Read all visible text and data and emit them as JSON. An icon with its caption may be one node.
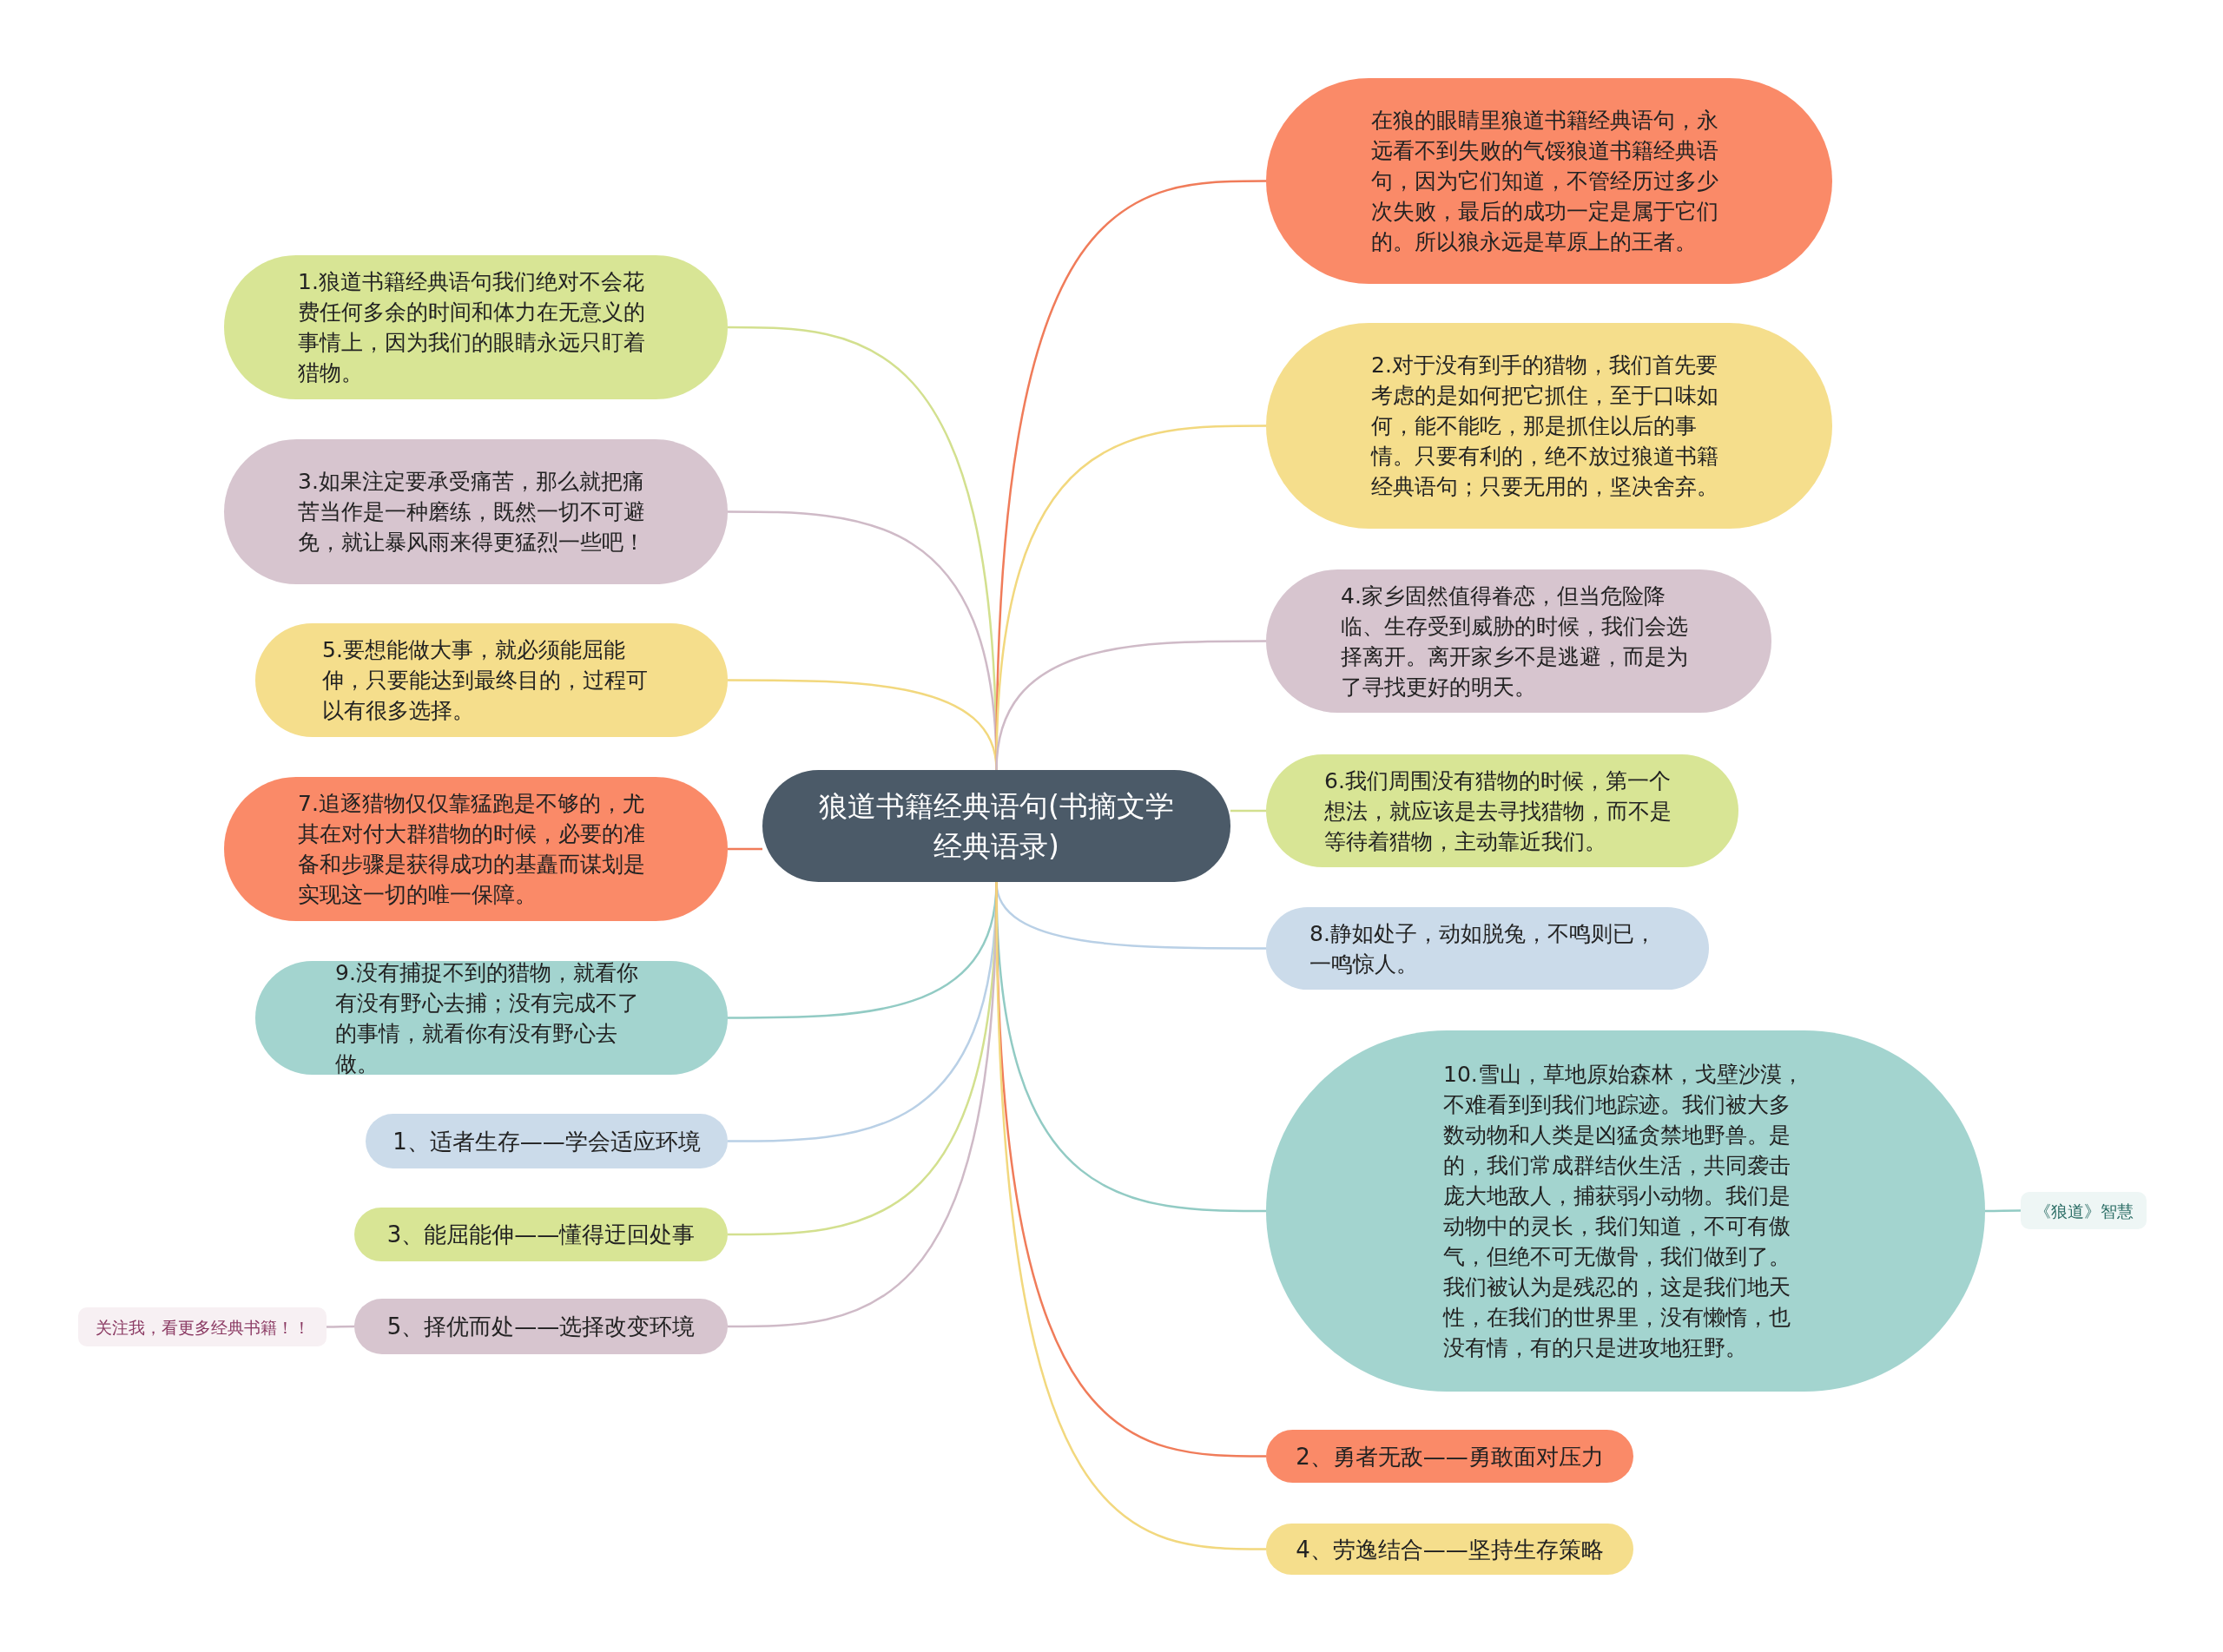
{
  "diagram": {
    "nodes": [
      {
        "text": [
          "狼道书籍经典语句(书摘文学经典语录)"
        ]
      },
      {
        "text": [
          "1.狼道书籍经典语句我们绝对不会花费任何多余的时间和体力在无意义的事情上，因为我们的眼睛永远只盯着猎物。"
        ]
      },
      {
        "text": [
          "3.如果注定要承受痛苦，那么就把痛苦当作是一种磨练，既然一切不可避免，就让暴风雨来得更猛烈一些吧！"
        ]
      },
      {
        "text": [
          "5.要想能做大事，就必须能屈能伸，只要能达到最终目的，过程可以有很多选择。"
        ]
      },
      {
        "text": [
          "7.追逐猎物仅仅靠猛跑是不够的，尤其在对付大群猎物的时候，必要的准备和步骤是获得成功的基矗而谋划是实现这一切的唯一保障。"
        ]
      },
      {
        "text": [
          "9.没有捕捉不到的猎物，就看你有没有野心去捕；没有完成不了的事情，就看你有没有野心去做。"
        ]
      },
      {
        "text": [
          "1、适者生存——学会适应环境"
        ]
      },
      {
        "text": [
          "3、能屈能伸——懂得迂回处事"
        ]
      },
      {
        "text": [
          "5、择优而处——选择改变环境"
        ]
      },
      {
        "text": [
          "关注我，看更多经典书籍！！"
        ]
      },
      {
        "text": [
          "在狼的眼睛里狼道书籍经典语句，永远看不到失败的气馁狼道书籍经典语句，因为它们知道，不管经历过多少次失败，最后的成功一定是属于它们的。所以狼永远是草原上的王者。"
        ]
      },
      {
        "text": [
          "2.对于没有到手的猎物，我们首先要考虑的是如何把它抓住，至于口味如何，能不能吃，那是抓住以后的事情。只要有利的，绝不放过狼道书籍经典语句；只要无用的，坚决舍弃。"
        ]
      },
      {
        "text": [
          "4.家乡固然值得眷恋，但当危险降临、生存受到威胁的时候，我们会选择离开。离开家乡不是逃避，而是为了寻找更好的明天。"
        ]
      },
      {
        "text": [
          "6.我们周围没有猎物的时候，第一个想法，就应该是去寻找猎物，而不是等待着猎物，主动靠近我们。"
        ]
      },
      {
        "text": [
          "8.静如处子，动如脱兔，不鸣则已，一鸣惊人。"
        ]
      },
      {
        "text": [
          "10.雪山，草地原始森林，戈壁沙漠，不难看到到我们地踪迹。我们被大多数动物和人类是凶猛贪禁地野兽。是的，我们常成群结伙生活，共同袭击庞大地敌人，捕获弱小动物。我们是动物中的灵长，我们知道，不可有傲气，但绝不可无傲骨，我们做到了。我们被认为是残忍的，这是我们地天性，在我们的世界里，没有懒惰，也没有情，有的只是进攻地狂野。"
        ]
      },
      {
        "text": [
          "《狼道》智慧"
        ]
      },
      {
        "text": [
          "2、勇者无敌——勇敢面对压力"
        ]
      },
      {
        "text": [
          "4、劳逸结合——坚持生存策略"
        ]
      }
    ],
    "edges": [
      {
        "from": 0,
        "to": 1,
        "arrow": "none",
        "color": "#d3e08f"
      },
      {
        "from": 0,
        "to": 2,
        "arrow": "none",
        "color": "#cfbac7"
      },
      {
        "from": 0,
        "to": 3,
        "arrow": "none",
        "color": "#f2d87e"
      },
      {
        "from": 0,
        "to": 4,
        "arrow": "none",
        "color": "#f07c5a"
      },
      {
        "from": 0,
        "to": 5,
        "arrow": "none",
        "color": "#92cbc4"
      },
      {
        "from": 0,
        "to": 6,
        "arrow": "none",
        "color": "#b9d0e6"
      },
      {
        "from": 0,
        "to": 7,
        "arrow": "none",
        "color": "#d3e08f"
      },
      {
        "from": 0,
        "to": 8,
        "arrow": "none",
        "color": "#cfbac7"
      },
      {
        "from": 8,
        "to": 9,
        "arrow": "none",
        "color": "#cfbac7"
      },
      {
        "from": 0,
        "to": 10,
        "arrow": "none",
        "color": "#f07c5a"
      },
      {
        "from": 0,
        "to": 11,
        "arrow": "none",
        "color": "#f2d87e"
      },
      {
        "from": 0,
        "to": 12,
        "arrow": "none",
        "color": "#cfbac7"
      },
      {
        "from": 0,
        "to": 13,
        "arrow": "none",
        "color": "#d3e08f"
      },
      {
        "from": 0,
        "to": 14,
        "arrow": "none",
        "color": "#b9d0e6"
      },
      {
        "from": 0,
        "to": 15,
        "arrow": "none",
        "color": "#92cbc4"
      },
      {
        "from": 15,
        "to": 16,
        "arrow": "none",
        "color": "#92cbc4"
      },
      {
        "from": 0,
        "to": 17,
        "arrow": "none",
        "color": "#f07c5a"
      },
      {
        "from": 0,
        "to": 18,
        "arrow": "none",
        "color": "#f2d87e"
      }
    ]
  }
}
